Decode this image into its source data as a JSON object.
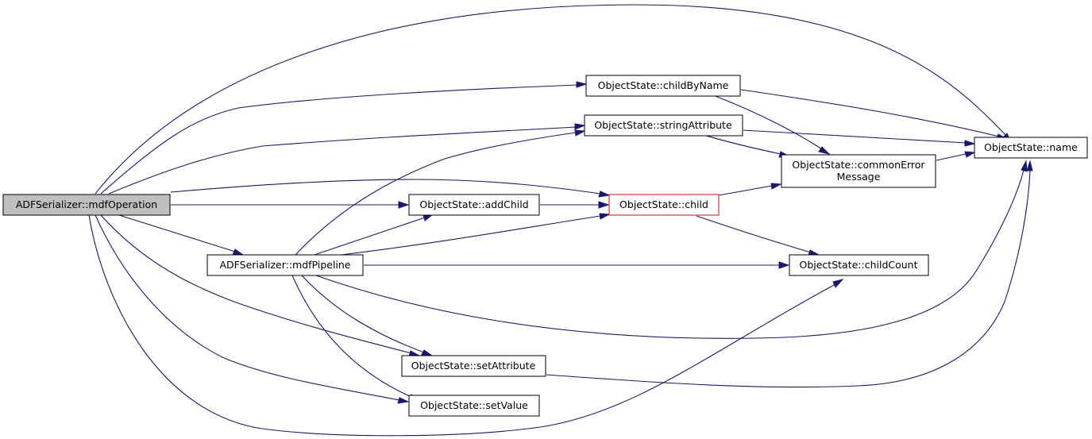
{
  "graph": {
    "root": "ADFSerializer::mdfOperation",
    "nodes": {
      "mdfOperation": "ADFSerializer::mdfOperation",
      "mdfPipeline": "ADFSerializer::mdfPipeline",
      "childByName": "ObjectState::childByName",
      "stringAttribute": "ObjectState::stringAttribute",
      "name": "ObjectState::name",
      "commonErrorLine1": "ObjectState::commonError",
      "commonErrorLine2": "Message",
      "child": "ObjectState::child",
      "addChild": "ObjectState::addChild",
      "childCount": "ObjectState::childCount",
      "setAttribute": "ObjectState::setAttribute",
      "setValue": "ObjectState::setValue"
    },
    "edges": [
      [
        "ADFSerializer::mdfOperation",
        "ObjectState::name"
      ],
      [
        "ADFSerializer::mdfOperation",
        "ObjectState::childByName"
      ],
      [
        "ADFSerializer::mdfOperation",
        "ObjectState::stringAttribute"
      ],
      [
        "ADFSerializer::mdfOperation",
        "ObjectState::child"
      ],
      [
        "ADFSerializer::mdfOperation",
        "ObjectState::addChild"
      ],
      [
        "ADFSerializer::mdfOperation",
        "ADFSerializer::mdfPipeline"
      ],
      [
        "ADFSerializer::mdfOperation",
        "ObjectState::setAttribute"
      ],
      [
        "ADFSerializer::mdfOperation",
        "ObjectState::setValue"
      ],
      [
        "ADFSerializer::mdfOperation",
        "ObjectState::childCount"
      ],
      [
        "ADFSerializer::mdfPipeline",
        "ObjectState::stringAttribute"
      ],
      [
        "ADFSerializer::mdfPipeline",
        "ObjectState::addChild"
      ],
      [
        "ADFSerializer::mdfPipeline",
        "ObjectState::child"
      ],
      [
        "ADFSerializer::mdfPipeline",
        "ObjectState::childCount"
      ],
      [
        "ADFSerializer::mdfPipeline",
        "ObjectState::name"
      ],
      [
        "ADFSerializer::mdfPipeline",
        "ObjectState::setAttribute"
      ],
      [
        "ADFSerializer::mdfPipeline",
        "ObjectState::setValue"
      ],
      [
        "ObjectState::childByName",
        "ObjectState::name"
      ],
      [
        "ObjectState::childByName",
        "ObjectState::commonErrorMessage"
      ],
      [
        "ObjectState::stringAttribute",
        "ObjectState::name"
      ],
      [
        "ObjectState::stringAttribute",
        "ObjectState::commonErrorMessage"
      ],
      [
        "ObjectState::commonErrorMessage",
        "ObjectState::name"
      ],
      [
        "ObjectState::addChild",
        "ObjectState::child"
      ],
      [
        "ObjectState::child",
        "ObjectState::commonErrorMessage"
      ],
      [
        "ObjectState::child",
        "ObjectState::childCount"
      ],
      [
        "ObjectState::setAttribute",
        "ObjectState::name"
      ]
    ],
    "colors": {
      "edge": "#191970",
      "root_fill": "#bfbfbf",
      "node_border": "#000000",
      "truncated_node_border": "#ff0000"
    }
  }
}
